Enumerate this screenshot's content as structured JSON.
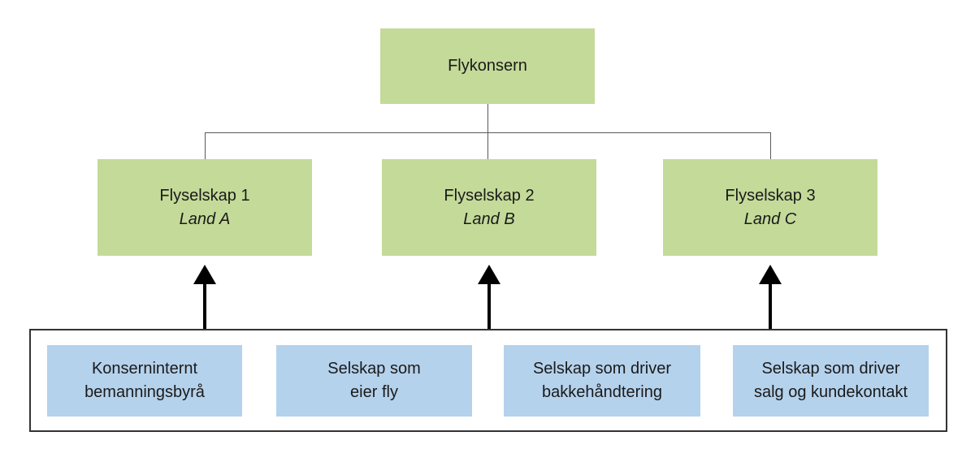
{
  "figure": {
    "type": "org-chart",
    "root": {
      "label": "Flykonsern"
    },
    "airlines": [
      {
        "name": "Flyselskap 1",
        "country": "Land A"
      },
      {
        "name": "Flyselskap 2",
        "country": "Land B"
      },
      {
        "name": "Flyselskap 3",
        "country": "Land C"
      }
    ],
    "service_companies": [
      {
        "line1": "Konserninternt",
        "line2": "bemanningsbyrå"
      },
      {
        "line1": "Selskap som",
        "line2": "eier fly"
      },
      {
        "line1": "Selskap som driver",
        "line2": "bakkehåndtering"
      },
      {
        "line1": "Selskap som driver",
        "line2": "salg og kundekontakt"
      }
    ],
    "colors": {
      "airline_box": "#c4da99",
      "service_box": "#b5d2ec",
      "connector_line": "#595959",
      "arrow": "#000000",
      "container_border": "#333333",
      "background": "#ffffff"
    }
  }
}
